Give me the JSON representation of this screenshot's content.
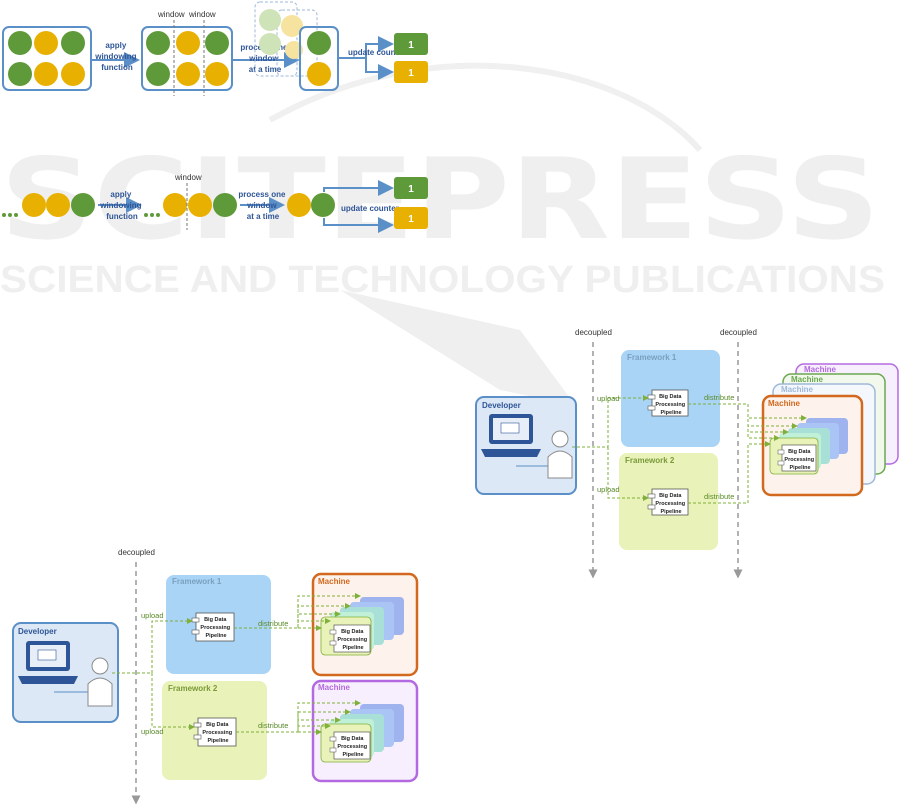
{
  "watermark": {
    "logo_text": "SCITEPRESS",
    "tagline": "SCIENCE AND TECHNOLOGY PUBLICATIONS"
  },
  "flow1": {
    "step1_label": [
      "apply",
      "windowing",
      "function"
    ],
    "window_labels": [
      "window",
      "window"
    ],
    "step2_label": [
      "process one",
      "window",
      "at a time"
    ],
    "step3_label": "update counter",
    "counter_green": "1",
    "counter_yellow": "1"
  },
  "flow2": {
    "step1_label": [
      "apply",
      "windowing",
      "function"
    ],
    "window_label": "window",
    "step2_label": [
      "process one",
      "window",
      "at a time"
    ],
    "step3_label": "update counter",
    "counter_green": "1",
    "counter_yellow": "1"
  },
  "diagram_left": {
    "decoupled_label": "decoupled",
    "developer_label": "Developer",
    "framework1_label": "Framework 1",
    "framework2_label": "Framework 2",
    "upload_label": "upload",
    "distribute_label": "distribute",
    "pipeline_label": [
      "Big Data",
      "Processing",
      "Pipeline"
    ],
    "machine_label": "Machine"
  },
  "diagram_right": {
    "decoupled_label": "decoupled",
    "developer_label": "Developer",
    "framework1_label": "Framework 1",
    "framework2_label": "Framework 2",
    "upload_label": "upload",
    "distribute_label": "distribute",
    "pipeline_label": [
      "Big Data",
      "Processing",
      "Pipeline"
    ],
    "machine_label": "Machine"
  },
  "colors": {
    "green": "#5f9a3a",
    "yellow": "#e8b000",
    "blue_border": "#5b8fc7",
    "arrow": "#5b8fc7",
    "framework1_fill": "#a9d4f5",
    "framework2_fill": "#e9f2b8",
    "machine_orange": "#d2691e",
    "machine_purple": "#b36ae0",
    "machine_green": "#6aa84f",
    "machine_blue": "#9fb8d9",
    "upload_green": "#7fb03a"
  }
}
